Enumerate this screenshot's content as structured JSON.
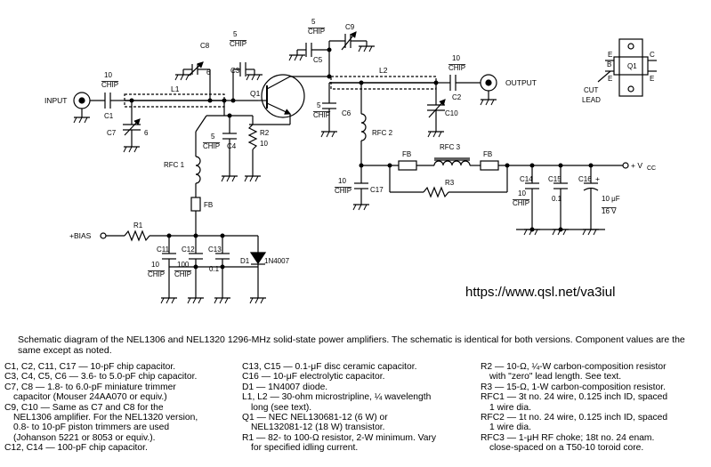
{
  "schematic": {
    "labels": {
      "input": "INPUT",
      "output": "OUTPUT",
      "bias": "+BIAS",
      "vcc": "+ V",
      "vcc_sub": "CC",
      "l1": "L1",
      "l2": "L2",
      "q1": "Q1",
      "c1": "C1",
      "c1_val": "10",
      "c1_type": "CHIP",
      "c2": "C2",
      "c2_val": "10",
      "c2_type": "CHIP",
      "c3": "C3",
      "c3_val": "5",
      "c3_type": "CHIP",
      "c4": "C4",
      "c4_val": "5",
      "c4_type": "CHIP",
      "c5": "C5",
      "c5_val": "5",
      "c5_type": "CHIP",
      "c6": "C6",
      "c6_val": "5",
      "c6_type": "CHIP",
      "c7": "C7",
      "c7_val": "6",
      "c8": "C8",
      "c8_val": "6",
      "c9": "C9",
      "c10": "C10",
      "c11": "C11",
      "c11_val": "10",
      "c11_type": "CHIP",
      "c12": "C12",
      "c12_val": "100",
      "c12_type": "CHIP",
      "c13": "C13",
      "c13_val": "0.1",
      "c14": "C14",
      "c14_val": "10",
      "c14_type": "CHIP",
      "c15": "C15",
      "c15_val": "0.1",
      "c16": "C16",
      "c16_val": "10 μF",
      "c16_volt": "16 V",
      "c16_plus": "+",
      "c17": "C17",
      "c17_val": "10",
      "c17_type": "CHIP",
      "r1": "R1",
      "r2": "R2",
      "r2_val": "10",
      "r3": "R3",
      "rfc1": "RFC 1",
      "rfc2": "RFC 2",
      "rfc3": "RFC 3",
      "fb": "FB",
      "d1": "D1",
      "d1_part": "1N4007",
      "pin_b": "B",
      "pin_e": "E",
      "pin_c": "C",
      "cut_lead_1": "CUT",
      "cut_lead_2": "LEAD",
      "url": "https://www.qsl.net/va3iul"
    }
  },
  "caption": "Schematic diagram of the NEL1306 and NEL1320 1296-MHz solid-state power amplifiers. The schematic is identical for both versions. Component values are the same except as noted.",
  "parts": {
    "col1": [
      "C1, C2, C11, C17 — 10-pF chip capacitor.",
      "C3, C4, C5, C6 — 3.6- to 5.0-pF chip capacitor.",
      "C7, C8 — 1.8- to 6.0-pF miniature trimmer",
      "capacitor (Mouser 24AA070 or equiv.)",
      "C9, C10 — Same as C7 and C8 for the",
      "NEL1306 amplifier. For the NEL1320 version,",
      "0.8- to 10-pF piston trimmers are used",
      "(Johanson 5221 or 8053 or equiv.).",
      "C12, C14 — 100-pF chip capacitor."
    ],
    "col2": [
      "C13, C15 — 0.1-μF disc ceramic capacitor.",
      "C16 — 10-μF electrolytic capacitor.",
      "D1 — 1N4007 diode.",
      "L1, L2 — 30-ohm microstripline, ¼ wavelength",
      "long (see text).",
      "Q1 — NEC NEL130681-12 (6 W) or",
      "NEL132081-12 (18 W) transistor.",
      "R1 — 82- to 100-Ω resistor, 2-W minimum. Vary",
      "for specified idling current."
    ],
    "col3": [
      "R2 — 10-Ω, ¼-W carbon-composition resistor",
      "with \"zero\" lead length. See text.",
      "R3 — 15-Ω, 1-W carbon-composition resistor.",
      "RFC1 — 3t no. 24 wire, 0.125 inch ID, spaced",
      "1 wire dia.",
      "RFC2 — 1t no. 24 wire, 0.125 inch ID, spaced",
      "1 wire dia.",
      "RFC3 — 1-μH RF choke; 18t no. 24 enam.",
      "close-spaced on a T50-10 toroid core."
    ]
  }
}
